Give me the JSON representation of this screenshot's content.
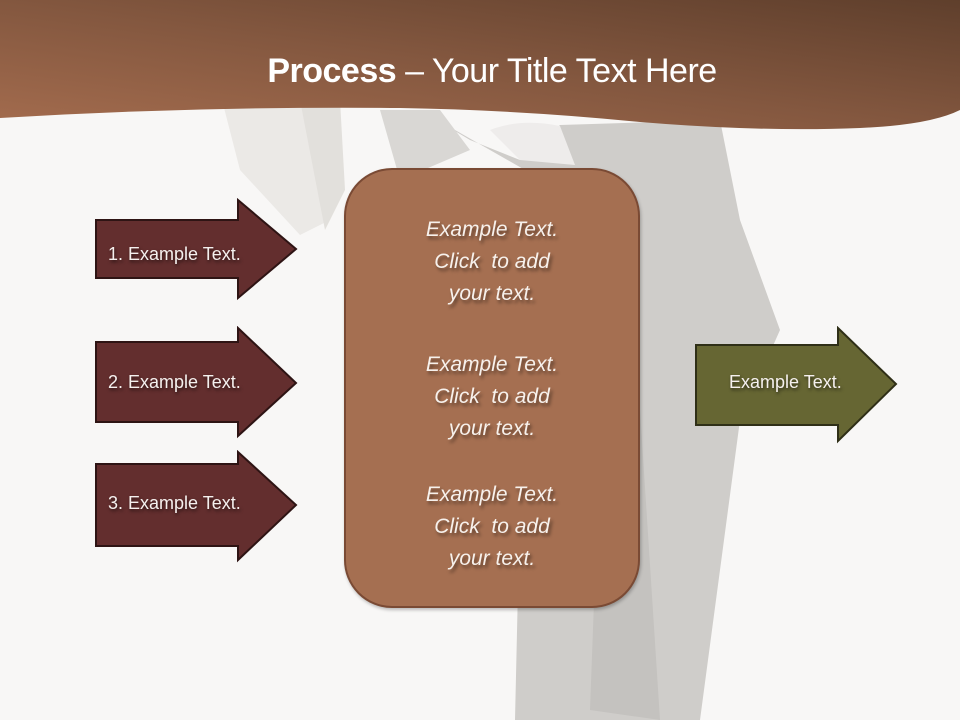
{
  "slide": {
    "title_bold": "Process",
    "title_rest": " – Your Title Text Here",
    "colors": {
      "header_dark": "#5f3f2c",
      "header_light": "#a46c4e",
      "input_arrow": "#632e2e",
      "center_box": "#a56f51",
      "output_arrow": "#666633",
      "background": "#f8f7f6"
    }
  },
  "inputs": [
    {
      "label": "1. Example Text."
    },
    {
      "label": "2. Example Text."
    },
    {
      "label": "3. Example Text."
    }
  ],
  "center": {
    "blocks": [
      {
        "line1": "Example Text.",
        "line2": "Click  to add",
        "line3": "your text."
      },
      {
        "line1": "Example Text.",
        "line2": "Click  to add",
        "line3": "your text."
      },
      {
        "line1": "Example Text.",
        "line2": "Click  to add",
        "line3": "your text."
      }
    ]
  },
  "output": {
    "label": "Example Text."
  }
}
